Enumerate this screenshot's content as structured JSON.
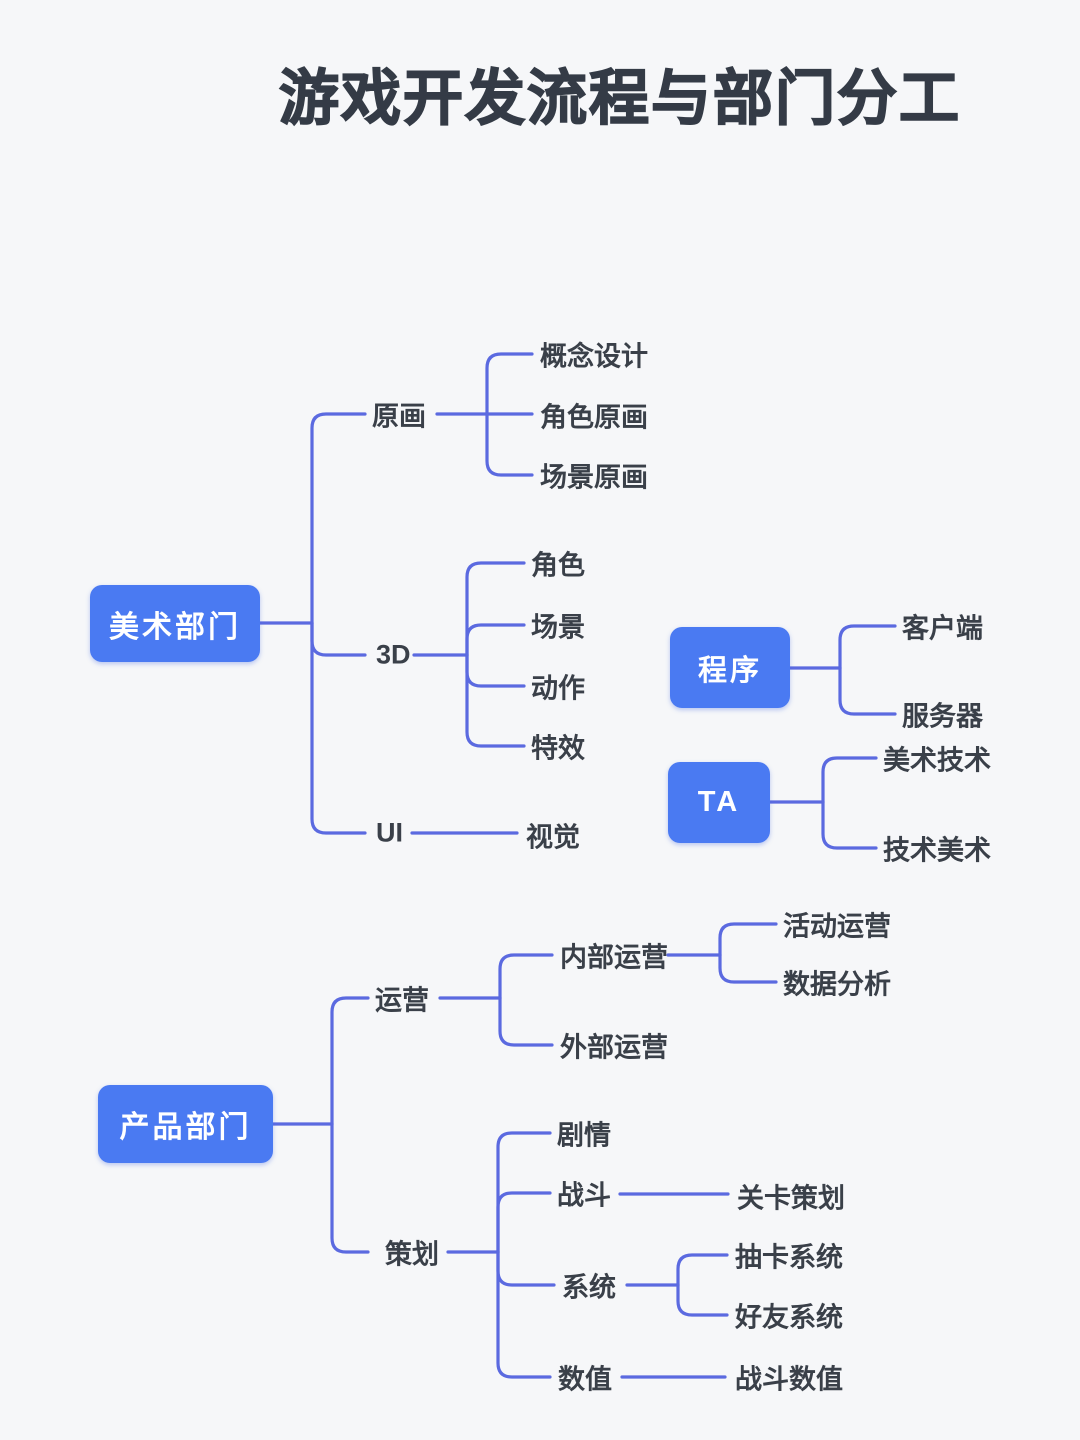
{
  "title": "游戏开发流程与部门分工",
  "colors": {
    "background": "#f6f7f9",
    "node_box_bg": "#4a7af2",
    "node_box_text": "#ffffff",
    "connector_line": "#5b6ae0",
    "label_text": "#3a4049",
    "title_text": "#343b46"
  },
  "nodes": {
    "art_dept": "美术部门",
    "yuanhua": "原画",
    "concept_design": "概念设计",
    "char_art": "角色原画",
    "scene_art": "场景原画",
    "three_d": "3D",
    "char3d": "角色",
    "scene3d": "场景",
    "motion": "动作",
    "vfx": "特效",
    "ui": "UI",
    "visual": "视觉",
    "program": "程序",
    "client": "客户端",
    "server": "服务器",
    "ta": "TA",
    "art_tech": "美术技术",
    "tech_art": "技术美术",
    "product_dept": "产品部门",
    "operations": "运营",
    "internal_ops": "内部运营",
    "activity_ops": "活动运营",
    "data_analysis": "数据分析",
    "external_ops": "外部运营",
    "design": "策划",
    "story": "剧情",
    "combat": "战斗",
    "level_design": "关卡策划",
    "system": "系统",
    "gacha": "抽卡系统",
    "friend": "好友系统",
    "numeric": "数值",
    "combat_numeric": "战斗数值"
  },
  "structure": {
    "美术部门": {
      "原画": [
        "概念设计",
        "角色原画",
        "场景原画"
      ],
      "3D": [
        "角色",
        "场景",
        "动作",
        "特效"
      ],
      "UI": [
        "视觉"
      ]
    },
    "程序": [
      "客户端",
      "服务器"
    ],
    "TA": [
      "美术技术",
      "技术美术"
    ],
    "产品部门": {
      "运营": {
        "内部运营": [
          "活动运营",
          "数据分析"
        ],
        "外部运营": []
      },
      "策划": {
        "剧情": [],
        "战斗": [
          "关卡策划"
        ],
        "系统": [
          "抽卡系统",
          "好友系统"
        ],
        "数值": [
          "战斗数值"
        ]
      }
    }
  }
}
